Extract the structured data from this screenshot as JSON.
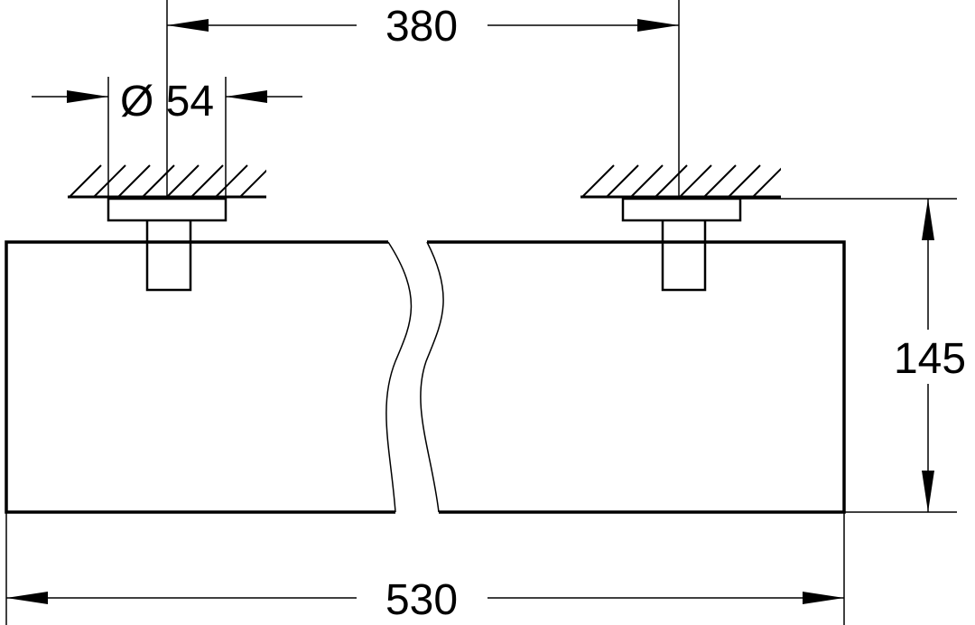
{
  "diagram": {
    "dimensions": {
      "mount_spacing": "380",
      "flange_diameter": "Ø 54",
      "height": "145",
      "overall_length": "530"
    },
    "colors": {
      "line": "#000000",
      "background": "#ffffff"
    }
  }
}
